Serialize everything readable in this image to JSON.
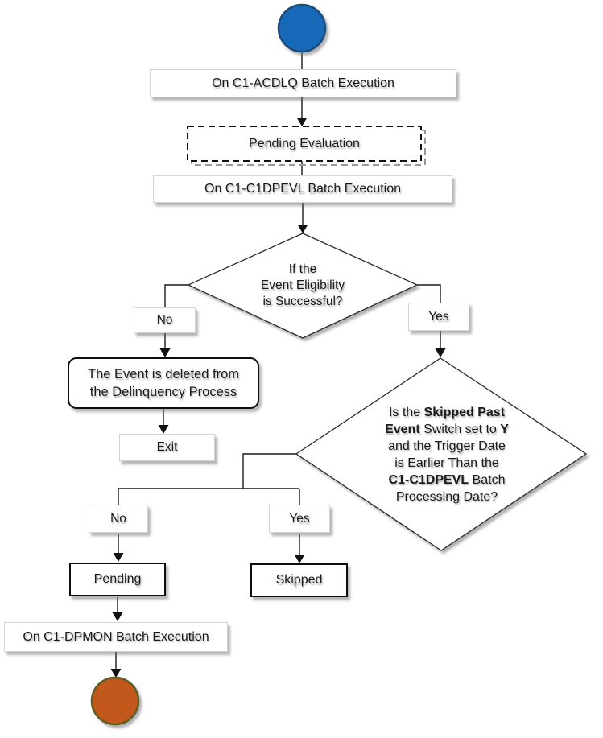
{
  "colors": {
    "start_fill": "#1767B9",
    "start_stroke": "#1F4E79",
    "end_fill": "#C2591B",
    "end_stroke": "#5E5C24",
    "connector": "#1a1a1a"
  },
  "nodes": {
    "batch_acdlq": {
      "label": "On C1-ACDLQ Batch Execution"
    },
    "pending_evaluation": {
      "label": "Pending Evaluation"
    },
    "batch_c1dpevl": {
      "label": "On C1-C1DPEVL Batch Execution"
    },
    "decision_eligibility": {
      "label": "If the\nEvent Eligibility\nis Successful?"
    },
    "branch_no_1": {
      "label": "No"
    },
    "branch_yes_1": {
      "label": "Yes"
    },
    "event_deleted": {
      "label": "The Event is deleted from\nthe Delinquency Process"
    },
    "exit": {
      "label": "Exit"
    },
    "decision_skipped_past": {
      "segments": [
        {
          "text": "Is the ",
          "bold": false
        },
        {
          "text": "Skipped Past\nEvent",
          "bold": true
        },
        {
          "text": " Switch set to ",
          "bold": false
        },
        {
          "text": "Y",
          "bold": true
        },
        {
          "text": "\nand the Trigger Date\nis Earlier Than the\n",
          "bold": false
        },
        {
          "text": "C1-C1DPEVL",
          "bold": true
        },
        {
          "text": " Batch\nProcessing Date?",
          "bold": false
        }
      ]
    },
    "branch_no_2": {
      "label": "No"
    },
    "branch_yes_2": {
      "label": "Yes"
    },
    "pending": {
      "label": "Pending"
    },
    "skipped": {
      "label": "Skipped"
    },
    "batch_dpmon": {
      "label": "On C1-DPMON Batch Execution"
    }
  }
}
